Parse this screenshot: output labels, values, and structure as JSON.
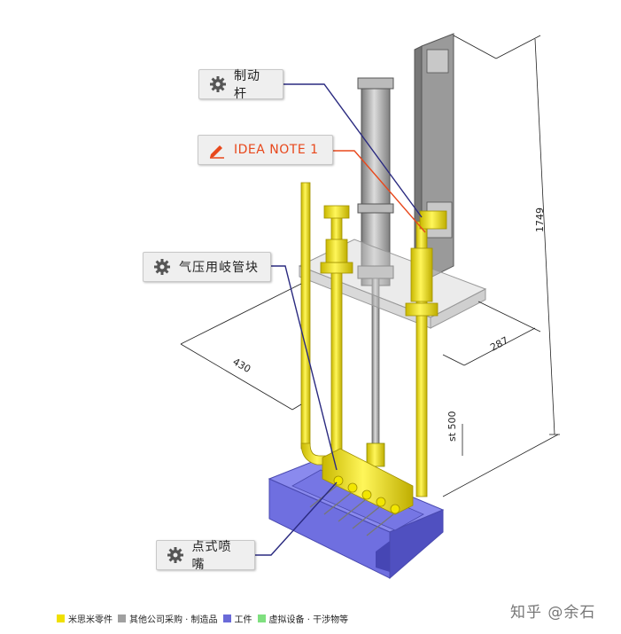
{
  "callouts": {
    "brake_rod": "制动杆",
    "idea_note": "IDEA NOTE 1",
    "manifold": "气压用岐管块",
    "nozzle": "点式喷嘴"
  },
  "dimensions": {
    "height": "1749",
    "depth": "287",
    "width": "430",
    "stroke": "st 500"
  },
  "legend": [
    {
      "label": "米思米零件",
      "color": "#f0e000"
    },
    {
      "label": "其他公司采购 · 制造品",
      "color": "#a0a0a0"
    },
    {
      "label": "工件",
      "color": "#6a6ad8"
    },
    {
      "label": "虚拟设备 · 干涉物等",
      "color": "#7fe07f"
    }
  ],
  "watermark": "知乎 @余石",
  "colors": {
    "yellow_part": "#f2e600",
    "gray_part": "#a8a8a8",
    "workpiece": "#6f6fe0",
    "leader_brake": "#2a2a80",
    "leader_idea": "#e8481c"
  },
  "icons": {
    "brake_rod": "gear-icon",
    "idea_note": "pencil-icon",
    "manifold": "gear-icon",
    "nozzle": "gear-icon"
  }
}
